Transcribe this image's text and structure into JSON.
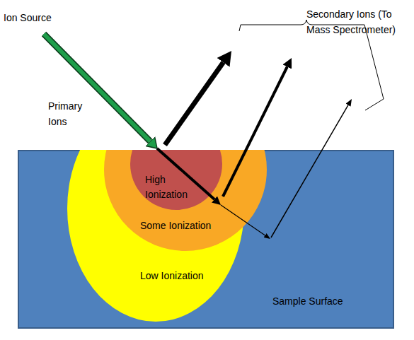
{
  "diagram": {
    "nodes": [
      {
        "text": [
          "Sample Surface"
        ]
      },
      {
        "text": [
          "Low Ionization"
        ],
        "in": 0
      },
      {
        "text": [
          "Some Ionization"
        ],
        "in": 1
      },
      {
        "text": [
          "High Ionization"
        ],
        "in": 2
      }
    ],
    "labels": [
      "Ion Source",
      "Primary Ions",
      "Secondary Ions (To Mass Spectrometer)"
    ]
  }
}
